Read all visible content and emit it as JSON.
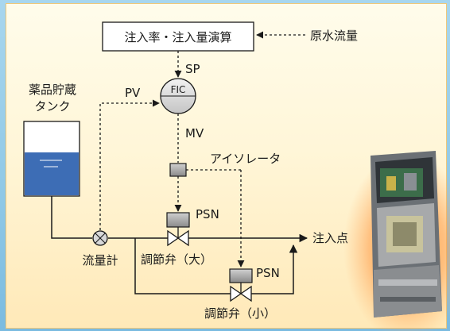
{
  "calc_box": "注入率・注入量演算",
  "raw_flow": "原水流量",
  "sp": "SP",
  "pv": "PV",
  "mv": "MV",
  "fic": "FIC",
  "tank_line1": "薬品貯蔵",
  "tank_line2": "タンク",
  "isolator": "アイソレータ",
  "psn_large": "PSN",
  "psn_small": "PSN",
  "injection_point": "注入点",
  "flowmeter": "流量計",
  "valve_large": "調節弁（大）",
  "valve_small": "調節弁（小）",
  "colors": {
    "pipe": "#1a1a1a",
    "tank_liquid": "#3d6db5",
    "actuator": "#9c9c9c",
    "instrument": "#d8d8d8"
  }
}
